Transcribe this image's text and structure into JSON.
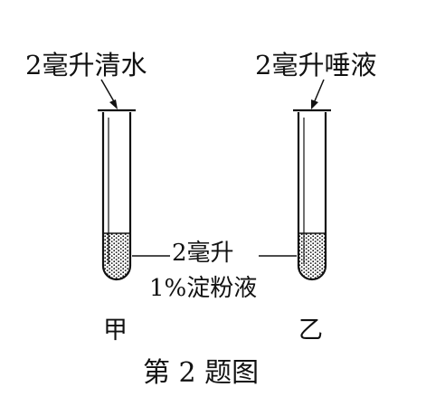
{
  "labels": {
    "left_top": "2毫升清水",
    "right_top": "2毫升唾液",
    "middle_line1": "2毫升",
    "middle_line2": "1%淀粉液",
    "left_tube": "甲",
    "right_tube": "乙"
  },
  "caption": "第 2 题图",
  "colors": {
    "ink": "#111111",
    "background": "#ffffff"
  }
}
